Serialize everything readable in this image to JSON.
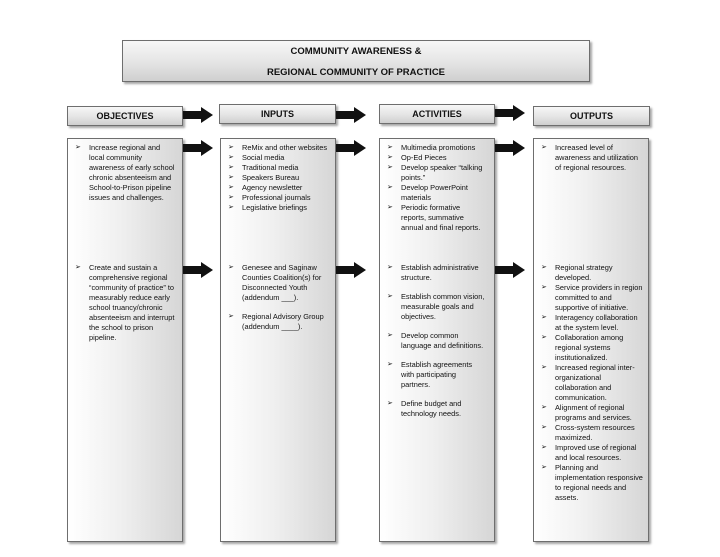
{
  "title": {
    "line1": "COMMUNITY AWARENESS &",
    "line2": "REGIONAL COMMUNITY OF PRACTICE"
  },
  "headers": {
    "objectives": "OBJECTIVES",
    "inputs": "INPUTS",
    "activities": "ACTIVITIES",
    "outputs": "OUTPUTS"
  },
  "bullet_symbol": "➢",
  "objectives": {
    "group1": [
      "Increase regional and local community awareness of early school chronic absenteeism and School-to-Prison pipeline issues and challenges."
    ],
    "group2": [
      "Create and sustain a comprehensive regional “community of practice” to measurably reduce early school truancy/chronic absenteeism and interrupt the school to prison pipeline."
    ]
  },
  "inputs": {
    "group1": [
      "ReMix and other websites",
      "Social media",
      "Traditional media",
      "Speakers Bureau",
      "Agency newsletter",
      "Professional journals",
      "Legislative briefings"
    ],
    "group2": [
      "Genesee and Saginaw Counties Coalition(s) for Disconnected Youth (addendum ___).",
      "Regional Advisory Group (addendum ____)."
    ]
  },
  "activities": {
    "group1": [
      "Multimedia promotions",
      "Op-Ed Pieces",
      "Develop speaker “talking points.”",
      "Develop PowerPoint materials",
      "Periodic formative reports, summative annual and final reports."
    ],
    "group2": [
      "Establish administrative structure.",
      "Establish common vision, measurable goals and objectives.",
      "Develop common language and definitions.",
      "Establish agreements with participating partners.",
      "Define budget and technology needs."
    ]
  },
  "outputs": {
    "group1": [
      "Increased level of awareness and utilization of regional resources."
    ],
    "group2": [
      "Regional strategy developed.",
      "Service providers in region committed to and supportive of initiative.",
      "Interagency collaboration at the system level.",
      "Collaboration among regional systems institutionalized.",
      "Increased regional inter-organizational collaboration and communication.",
      "Alignment of regional programs and services.",
      "Cross-system resources maximized.",
      "Improved use of regional and local resources.",
      "Planning and implementation responsive to regional needs and assets."
    ]
  }
}
